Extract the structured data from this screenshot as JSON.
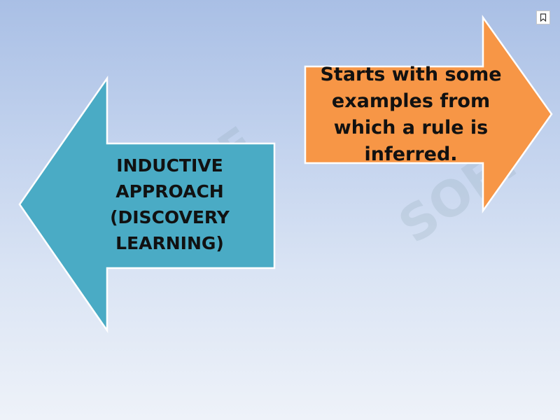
{
  "diagram": {
    "left_arrow": {
      "lines": [
        "INDUCTIVE",
        "APPROACH",
        "(DISCOVERY",
        "LEARNING)"
      ],
      "fill": "#4aabc5",
      "stroke": "#ffffff"
    },
    "right_arrow": {
      "lines": [
        "Starts with some",
        "examples from",
        "which a rule is",
        "inferred."
      ],
      "fill": "#f79646",
      "stroke": "#ffffff"
    }
  },
  "watermark": {
    "text": "SOFF"
  },
  "bookmark": {
    "icon": "bookmark-icon"
  }
}
